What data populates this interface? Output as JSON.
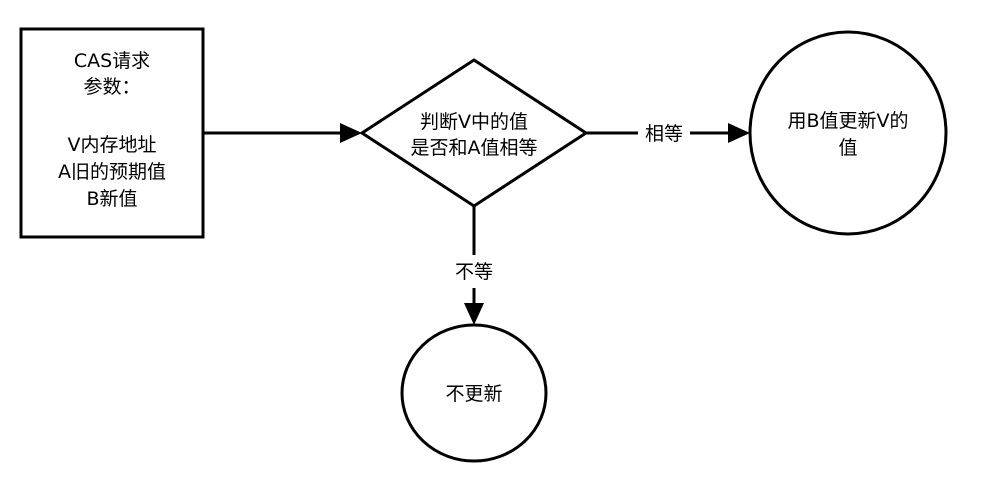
{
  "nodes": {
    "request": {
      "lines": [
        "CAS请求",
        "参数：",
        "",
        "V内存地址",
        "A旧的预期值",
        "B新值"
      ]
    },
    "decision": {
      "lines": [
        "判断V中的值",
        "是否和A值相等"
      ]
    },
    "update": {
      "lines": [
        "用B值更新V的",
        "值"
      ]
    },
    "no_update": {
      "lines": [
        "不更新"
      ]
    }
  },
  "edges": {
    "equal_label": "相等",
    "not_equal_label": "不等"
  },
  "colors": {
    "stroke": "#000000",
    "fill": "#ffffff"
  }
}
